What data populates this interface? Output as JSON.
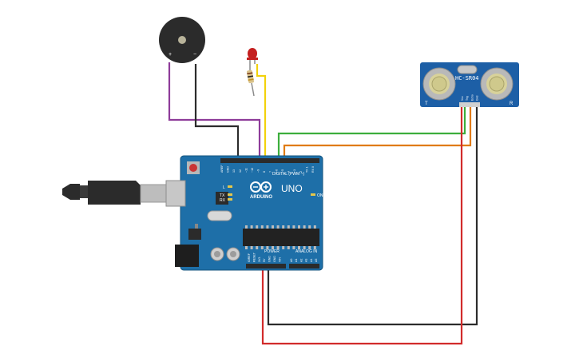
{
  "colors": {
    "board": "#1e6fa8",
    "board_edge": "#15557f",
    "header": "#2b2b2b",
    "wire_purple": "#8e3c9a",
    "wire_black": "#2c2c2c",
    "wire_red": "#d22b2b",
    "wire_green": "#3cae3c",
    "wire_orange": "#e07b12",
    "wire_yellow": "#f2d20c",
    "sensor_body": "#1d5fa6",
    "led_red": "#c41f1f"
  },
  "arduino": {
    "brand": "ARDUINO",
    "model": "UNO",
    "digital_label": "DIGITAL (PWM ~)",
    "analog_label": "ANALOG IN",
    "power_label": "POWER",
    "on_label": "ON",
    "l_label": "L",
    "tx_label": "TX",
    "rx_label": "RX",
    "digital_pins": [
      "AREF",
      "GND",
      "13",
      "12",
      "~11",
      "~10",
      "~9",
      "8",
      "7",
      "~6",
      "~5",
      "4",
      "~3",
      "2",
      "TX 1",
      "RX 0"
    ],
    "power_pins": [
      "IOREF",
      "RESET",
      "3V3",
      "5V",
      "GND",
      "GND",
      "VIN"
    ],
    "analog_pins": [
      "A0",
      "A1",
      "A2",
      "A3",
      "A4",
      "A5"
    ]
  },
  "sensor": {
    "model": "HC-SR04",
    "left_mark": "T",
    "right_mark": "R",
    "pins": [
      "Vcc",
      "Trig",
      "Echo",
      "Gnd"
    ]
  },
  "buzzer": {
    "plus": "+",
    "minus": "−"
  }
}
